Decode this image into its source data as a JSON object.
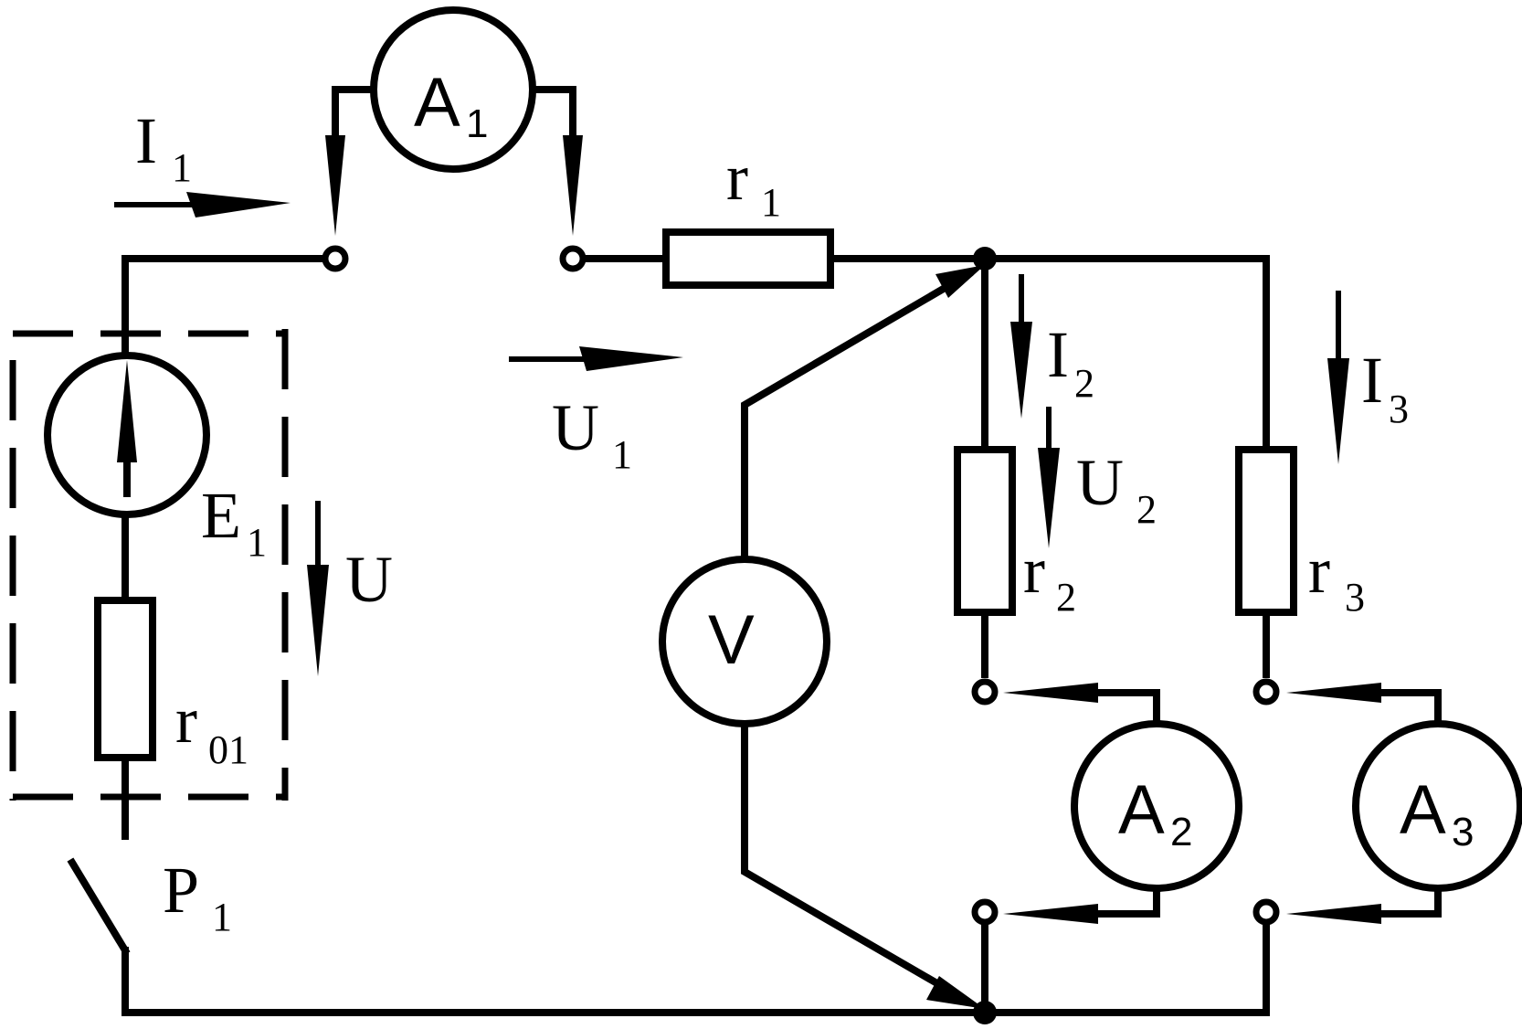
{
  "diagram": {
    "labels": {
      "I1": "I",
      "I1_sub": "1",
      "U1": "U",
      "U1_sub": "1",
      "r1": "r",
      "r1_sub": "1",
      "I2": "I",
      "I2_sub": "2",
      "U2": "U",
      "U2_sub": "2",
      "r2": "r",
      "r2_sub": "2",
      "I3": "I",
      "I3_sub": "3",
      "r3": "r",
      "r3_sub": "3",
      "E1": "E",
      "E1_sub": "1",
      "U": "U",
      "r01": "r",
      "r01_sub": "01",
      "P1": "P",
      "P1_sub": "1"
    },
    "meters": {
      "A1": "A",
      "A1_sub": "1",
      "A2": "A",
      "A2_sub": "2",
      "A3": "A",
      "A3_sub": "3",
      "V": "V"
    }
  }
}
